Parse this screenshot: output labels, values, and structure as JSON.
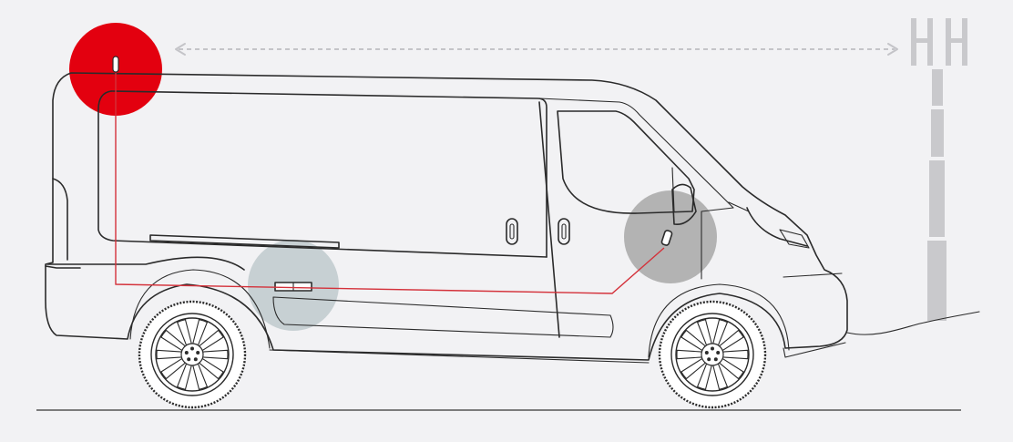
{
  "diagram": {
    "subject": "van-signal-booster-installation",
    "components": [
      {
        "id": "external-antenna",
        "icon": "roof-antenna-icon",
        "highlight": "red"
      },
      {
        "id": "booster-unit",
        "icon": "booster-icon",
        "highlight": "blue-grey"
      },
      {
        "id": "internal-antenna",
        "icon": "cab-antenna-icon",
        "highlight": "grey"
      },
      {
        "id": "cell-tower",
        "icon": "cell-tower-icon"
      }
    ],
    "connections": [
      {
        "from": "external-antenna",
        "to": "booster-unit",
        "style": "solid-red-cable"
      },
      {
        "from": "booster-unit",
        "to": "internal-antenna",
        "style": "solid-red-cable"
      },
      {
        "from": "external-antenna",
        "to": "cell-tower",
        "style": "dashed-double-arrow"
      }
    ]
  },
  "colors": {
    "background": "#f2f2f4",
    "outline": "#2b2b2b",
    "external_antenna": "#e3000f",
    "cable": "#d4313a",
    "booster_highlight": "#b8c4c8",
    "internal_highlight": "#9e9e9e",
    "tower": "#c9c9cc",
    "signal_arrow": "#c4c4c8",
    "ground": "#555555"
  }
}
